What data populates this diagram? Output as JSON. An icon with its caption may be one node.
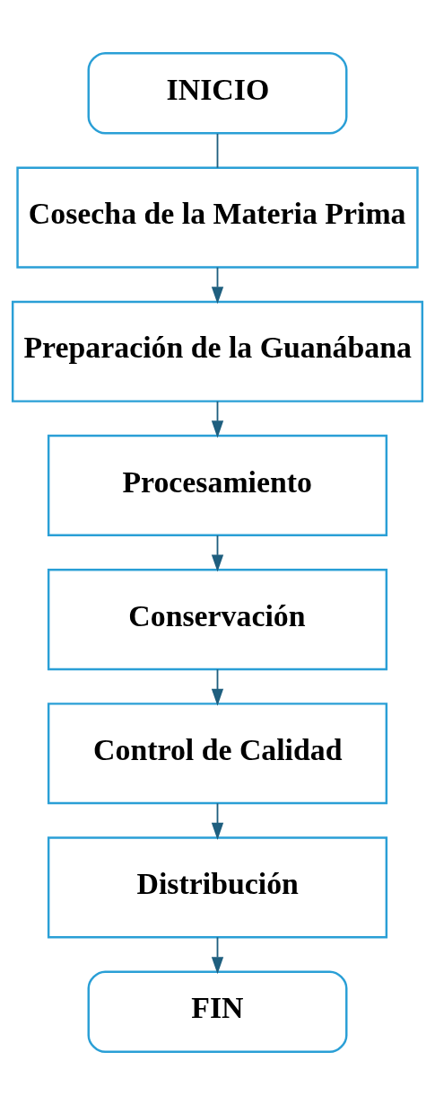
{
  "diagram": {
    "nodes": [
      {
        "text": [
          "INICIO"
        ]
      },
      {
        "text": [
          "Cosecha de la Materia Prima"
        ]
      },
      {
        "text": [
          "Preparación de la Guanábana"
        ]
      },
      {
        "text": [
          "Procesamiento"
        ]
      },
      {
        "text": [
          "Conservación"
        ]
      },
      {
        "text": [
          "Control de Calidad"
        ]
      },
      {
        "text": [
          "Distribución"
        ]
      },
      {
        "text": [
          "FIN"
        ]
      }
    ],
    "edges": [
      {
        "from": 0,
        "to": 1,
        "arrow": "none"
      },
      {
        "from": 1,
        "to": 2,
        "arrow": "to"
      },
      {
        "from": 2,
        "to": 3,
        "arrow": "to"
      },
      {
        "from": 3,
        "to": 4,
        "arrow": "to"
      },
      {
        "from": 4,
        "to": 5,
        "arrow": "to"
      },
      {
        "from": 5,
        "to": 6,
        "arrow": "to"
      },
      {
        "from": 6,
        "to": 7,
        "arrow": "to"
      }
    ]
  }
}
